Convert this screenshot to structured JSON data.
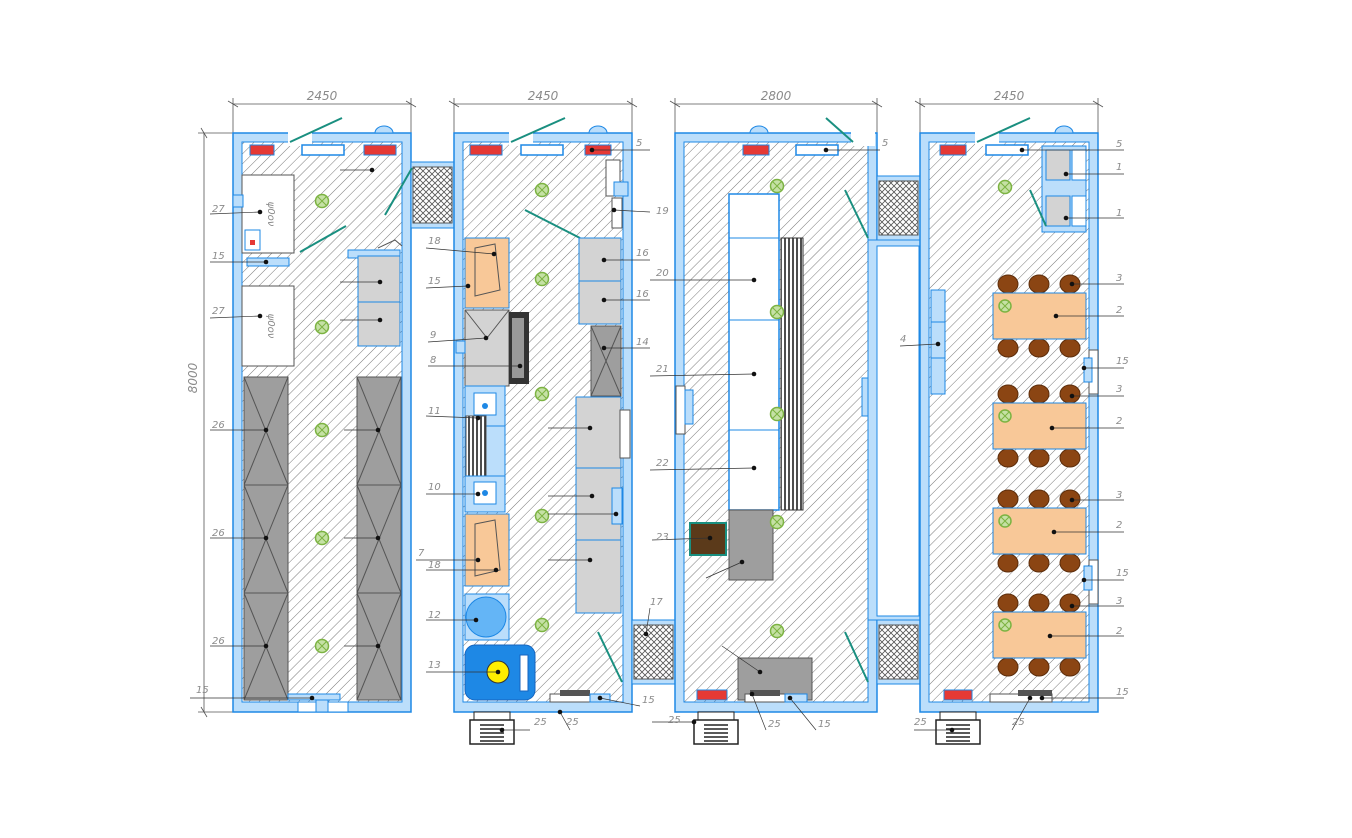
{
  "dimensions": {
    "width_module_1": "2450",
    "width_module_2": "2450",
    "width_module_3": "2800",
    "width_module_4": "2450",
    "height": "8000"
  },
  "equipment_numbers": {
    "n1": "1",
    "n2": "2",
    "n3": "3",
    "n4": "4",
    "n5": "5",
    "n7": "7",
    "n8": "8",
    "n9": "9",
    "n10": "10",
    "n11": "11",
    "n12": "12",
    "n13": "13",
    "n14": "14",
    "n15": "15",
    "n16": "16",
    "n17": "17",
    "n18": "18",
    "n19": "19",
    "n20": "20",
    "n21": "21",
    "n22": "22",
    "n23": "23",
    "n25": "25",
    "n26": "26",
    "n27": "27"
  },
  "colors": {
    "wall": "#1e88e5",
    "wall_fill": "#bbdefb",
    "door": "#1a8f80",
    "hatch": "#6d6d6d",
    "steel": "#d3d3d3",
    "wood": "#f8c898",
    "chair": "#8b4513",
    "heater": "#e53935",
    "lamp_fill": "#c5e1a5",
    "lamp_stroke": "#7cb342",
    "tank": "#1e88e5",
    "bright_yellow": "#ffee00",
    "dim_line": "#555555"
  }
}
